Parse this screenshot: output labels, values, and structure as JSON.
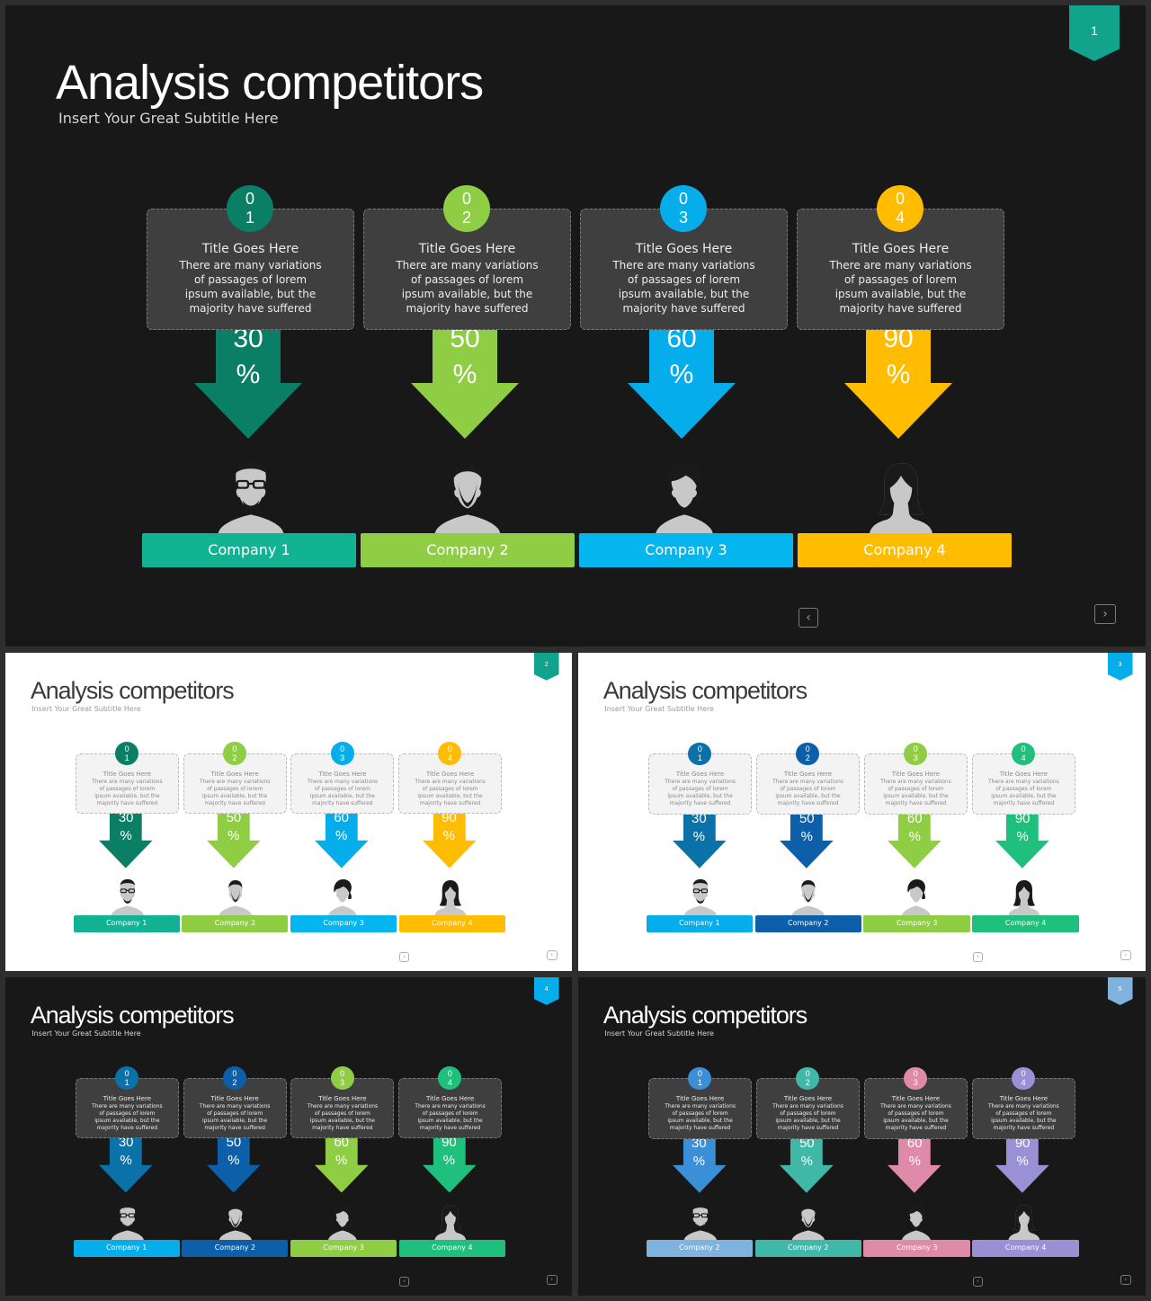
{
  "slides": [
    {
      "theme": "dark",
      "page_number": "1",
      "ribbon_color": "#11a38c",
      "title": "Analysis competitors",
      "subtitle": "Insert  Your Great Subtitle Here",
      "items": [
        {
          "n1": "0",
          "n2": "1",
          "card_title": "Title Goes Here",
          "card_text": "There are many variations of passages of lorem ipsum available, but the majority have suffered",
          "pct": "30",
          "pct_sign": "%",
          "company": "Company 1",
          "badge_color": "#0a7f65",
          "arrow_color": "#0a7f65",
          "bar_color": "#12b393",
          "person": "man-glasses"
        },
        {
          "n1": "0",
          "n2": "2",
          "card_title": "Title Goes Here",
          "card_text": "There are many variations of passages of lorem ipsum available, but the majority have suffered",
          "pct": "50",
          "pct_sign": "%",
          "company": "Company 2",
          "badge_color": "#8fcd45",
          "arrow_color": "#8fcd45",
          "bar_color": "#8fcd45",
          "person": "man-short-hair"
        },
        {
          "n1": "0",
          "n2": "3",
          "card_title": "Title Goes Here",
          "card_text": "There are many variations of passages of lorem ipsum available, but the majority have suffered",
          "pct": "60",
          "pct_sign": "%",
          "company": "Company 3",
          "badge_color": "#05aeea",
          "arrow_color": "#05aeea",
          "bar_color": "#05b5ee",
          "person": "woman-short-hair"
        },
        {
          "n1": "0",
          "n2": "4",
          "card_title": "Title Goes Here",
          "card_text": "There are many variations of passages of lorem ipsum available, but the majority have suffered",
          "pct": "90",
          "pct_sign": "%",
          "company": "Company 4",
          "badge_color": "#ffbc00",
          "arrow_color": "#ffbc00",
          "bar_color": "#ffbc00",
          "person": "woman-long-hair"
        }
      ],
      "nav_prev": "‹",
      "nav_next": "›"
    },
    {
      "theme": "light",
      "page_number": "2",
      "ribbon_color": "#11a38c",
      "title": "Analysis competitors",
      "subtitle": "Insert  Your Great Subtitle Here",
      "items": [
        {
          "n1": "0",
          "n2": "1",
          "card_title": "Title Goes Here",
          "card_text": "There are many variations of passages of lorem ipsum available, but the majority have suffered",
          "pct": "30",
          "pct_sign": "%",
          "company": "Company 1",
          "badge_color": "#0a7f65",
          "arrow_color": "#0a7f65",
          "bar_color": "#12b393",
          "person": "man-glasses"
        },
        {
          "n1": "0",
          "n2": "2",
          "card_title": "Title Goes Here",
          "card_text": "There are many variations of passages of lorem ipsum available, but the majority have suffered",
          "pct": "50",
          "pct_sign": "%",
          "company": "Company 2",
          "badge_color": "#8fcd45",
          "arrow_color": "#8fcd45",
          "bar_color": "#8fcd45",
          "person": "man-short-hair"
        },
        {
          "n1": "0",
          "n2": "3",
          "card_title": "Title Goes Here",
          "card_text": "There are many variations of passages of lorem ipsum available, but the majority have suffered",
          "pct": "60",
          "pct_sign": "%",
          "company": "Company 3",
          "badge_color": "#05aeea",
          "arrow_color": "#05aeea",
          "bar_color": "#05b5ee",
          "person": "woman-short-hair"
        },
        {
          "n1": "0",
          "n2": "4",
          "card_title": "Title Goes Here",
          "card_text": "There are many variations of passages of lorem ipsum available, but the majority have suffered",
          "pct": "90",
          "pct_sign": "%",
          "company": "Company 4",
          "badge_color": "#ffbc00",
          "arrow_color": "#ffbc00",
          "bar_color": "#ffbc00",
          "person": "woman-long-hair"
        }
      ],
      "nav_prev": "‹",
      "nav_next": "›"
    },
    {
      "theme": "light",
      "page_number": "3",
      "ribbon_color": "#05aeea",
      "title": "Analysis competitors",
      "subtitle": "Insert  Your Great Subtitle Here",
      "items": [
        {
          "n1": "0",
          "n2": "1",
          "card_title": "Title Goes Here",
          "card_text": "There are many variations of passages of lorem ipsum available, but the majority have suffered",
          "pct": "30",
          "pct_sign": "%",
          "company": "Company 1",
          "badge_color": "#0a72a8",
          "arrow_color": "#0a72a8",
          "bar_color": "#05aeea",
          "person": "man-glasses"
        },
        {
          "n1": "0",
          "n2": "2",
          "card_title": "Title Goes Here",
          "card_text": "There are many variations of passages of lorem ipsum available, but the majority have suffered",
          "pct": "50",
          "pct_sign": "%",
          "company": "Company 2",
          "badge_color": "#0c5fa8",
          "arrow_color": "#0c5fa8",
          "bar_color": "#0c5fa8",
          "person": "man-short-hair"
        },
        {
          "n1": "0",
          "n2": "3",
          "card_title": "Title Goes Here",
          "card_text": "There are many variations of passages of lorem ipsum available, but the majority have suffered",
          "pct": "60",
          "pct_sign": "%",
          "company": "Company 3",
          "badge_color": "#8fcd45",
          "arrow_color": "#8fcd45",
          "bar_color": "#8fcd45",
          "person": "woman-short-hair"
        },
        {
          "n1": "0",
          "n2": "4",
          "card_title": "Title Goes Here",
          "card_text": "There are many variations of passages of lorem ipsum available, but the majority have suffered",
          "pct": "90",
          "pct_sign": "%",
          "company": "Company 4",
          "badge_color": "#1fbf7d",
          "arrow_color": "#1fbf7d",
          "bar_color": "#1fbf7d",
          "person": "woman-long-hair"
        }
      ],
      "nav_prev": "‹",
      "nav_next": "›"
    },
    {
      "theme": "dark",
      "page_number": "4",
      "ribbon_color": "#05aeea",
      "title": "Analysis competitors",
      "subtitle": "Insert  Your Great Subtitle Here",
      "items": [
        {
          "n1": "0",
          "n2": "1",
          "card_title": "Title Goes Here",
          "card_text": "There are many variations of passages of lorem ipsum available, but the majority have suffered",
          "pct": "30",
          "pct_sign": "%",
          "company": "Company 1",
          "badge_color": "#0a72a8",
          "arrow_color": "#0a72a8",
          "bar_color": "#05aeea",
          "person": "man-glasses"
        },
        {
          "n1": "0",
          "n2": "2",
          "card_title": "Title Goes Here",
          "card_text": "There are many variations of passages of lorem ipsum available, but the majority have suffered",
          "pct": "50",
          "pct_sign": "%",
          "company": "Company 2",
          "badge_color": "#0c5fa8",
          "arrow_color": "#0c5fa8",
          "bar_color": "#0c5fa8",
          "person": "man-short-hair"
        },
        {
          "n1": "0",
          "n2": "3",
          "card_title": "Title Goes Here",
          "card_text": "There are many variations of passages of lorem ipsum available, but the majority have suffered",
          "pct": "60",
          "pct_sign": "%",
          "company": "Company 3",
          "badge_color": "#8fcd45",
          "arrow_color": "#8fcd45",
          "bar_color": "#8fcd45",
          "person": "woman-short-hair"
        },
        {
          "n1": "0",
          "n2": "4",
          "card_title": "Title Goes Here",
          "card_text": "There are many variations of passages of lorem ipsum available, but the majority have suffered",
          "pct": "90",
          "pct_sign": "%",
          "company": "Company 4",
          "badge_color": "#1fbf7d",
          "arrow_color": "#1fbf7d",
          "bar_color": "#1fbf7d",
          "person": "woman-long-hair"
        }
      ],
      "nav_prev": "‹",
      "nav_next": "›"
    },
    {
      "theme": "dark",
      "page_number": "5",
      "ribbon_color": "#7fb2dc",
      "title": "Analysis competitors",
      "subtitle": "Insert  Your Great Subtitle Here",
      "items": [
        {
          "n1": "0",
          "n2": "1",
          "card_title": "Title Goes Here",
          "card_text": "There are many variations of passages of lorem ipsum available, but the majority have suffered",
          "pct": "30",
          "pct_sign": "%",
          "company": "Company 2",
          "badge_color": "#3a8fd6",
          "arrow_color": "#3a8fd6",
          "bar_color": "#7fb2dc",
          "person": "man-glasses"
        },
        {
          "n1": "0",
          "n2": "2",
          "card_title": "Title Goes Here",
          "card_text": "There are many variations of passages of lorem ipsum available, but the majority have suffered",
          "pct": "50",
          "pct_sign": "%",
          "company": "Company 2",
          "badge_color": "#3fb8a8",
          "arrow_color": "#3fb8a8",
          "bar_color": "#3fb8a8",
          "person": "man-short-hair"
        },
        {
          "n1": "0",
          "n2": "3",
          "card_title": "Title Goes Here",
          "card_text": "There are many variations of passages of lorem ipsum available, but the majority have suffered",
          "pct": "60",
          "pct_sign": "%",
          "company": "Company 3",
          "badge_color": "#e08aaa",
          "arrow_color": "#e08aaa",
          "bar_color": "#e08aaa",
          "person": "woman-short-hair"
        },
        {
          "n1": "0",
          "n2": "4",
          "card_title": "Title Goes Here",
          "card_text": "There are many variations of passages of lorem ipsum available, but the majority have suffered",
          "pct": "90",
          "pct_sign": "%",
          "company": "Company 4",
          "badge_color": "#9a90d6",
          "arrow_color": "#9a90d6",
          "bar_color": "#9a90d6",
          "person": "woman-long-hair"
        }
      ],
      "nav_prev": "‹",
      "nav_next": "›"
    }
  ]
}
